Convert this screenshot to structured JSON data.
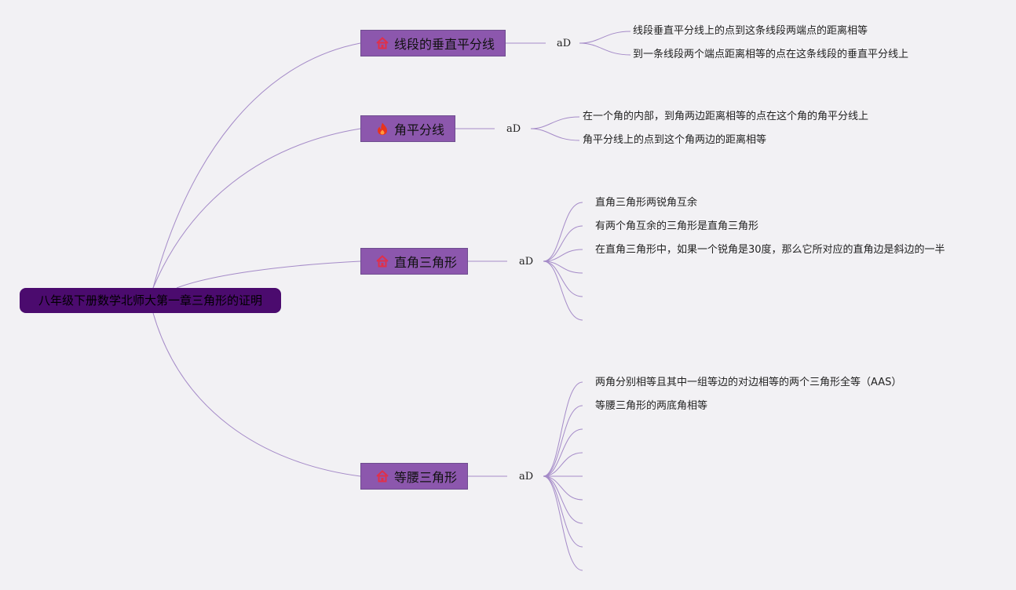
{
  "root": {
    "label": "八年级下册数学北师大第一章三角形的证明"
  },
  "branches": [
    {
      "label": "线段的垂直平分线",
      "icon": "home-icon",
      "sub_label": "aD",
      "leaves": [
        "线段垂直平分线上的点到这条线段两端点的距离相等",
        "到一条线段两个端点距离相等的点在这条线段的垂直平分线上"
      ]
    },
    {
      "label": "角平分线",
      "icon": "fire-icon",
      "sub_label": "aD",
      "leaves": [
        "在一个角的内部，到角两边距离相等的点在这个角的角平分线上",
        "角平分线上的点到这个角两边的距离相等"
      ]
    },
    {
      "label": "直角三角形",
      "icon": "home-icon",
      "sub_label": "aD",
      "leaves": [
        "直角三角形两锐角互余",
        "有两个角互余的三角形是直角三角形",
        "在直角三角形中，如果一个锐角是30度，那么它所对应的直角边是斜边的一半"
      ]
    },
    {
      "label": "等腰三角形",
      "icon": "home-icon",
      "sub_label": "aD",
      "leaves": [
        "两角分别相等且其中一组等边的对边相等的两个三角形全等（AAS）",
        "等腰三角形的两底角相等"
      ]
    }
  ],
  "colors": {
    "background": "#f2f1f4",
    "root_fill": "#4b0b6e",
    "topic_fill": "#8c57ad",
    "line": "#a58bc8",
    "home_icon": "#e0304a",
    "fire_icon": "#e8341c"
  }
}
